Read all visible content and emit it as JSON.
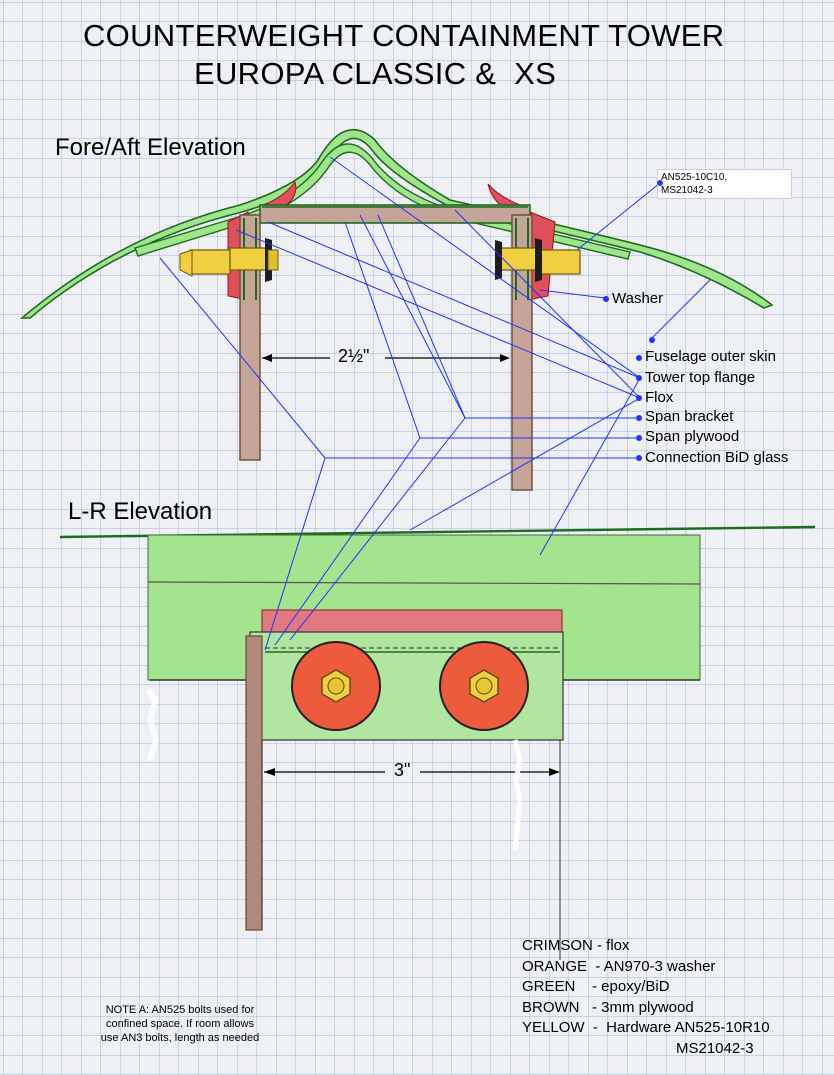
{
  "title_line1": "COUNTERWEIGHT CONTAINMENT TOWER",
  "title_line2": "EUROPA CLASSIC &  XS",
  "sections": {
    "fore_aft": "Fore/Aft Elevation",
    "left_right": "L-R Elevation"
  },
  "hardware_callout": {
    "line1": "AN525-10C10,",
    "line2": "MS21042-3"
  },
  "callouts": {
    "washer": "Washer",
    "fuselage_outer_skin": "Fuselage outer skin",
    "tower_top_flange": "Tower top flange",
    "flox": "Flox",
    "span_bracket": "Span bracket",
    "span_plywood": "Span plywood",
    "connection_bid_glass": "Connection BiD glass"
  },
  "dimensions": {
    "fore_aft_width": "2½\"",
    "lr_width": "3\""
  },
  "legend": {
    "crimson": "CRIMSON - flox",
    "orange": "ORANGE  - AN970-3 washer",
    "green": "GREEN    - epoxy/BiD",
    "brown": "BROWN   - 3mm plywood",
    "yellow": "YELLOW  -  Hardware AN525-10R10",
    "yellow_cont": "MS21042-3"
  },
  "note": {
    "line1": "NOTE A:  AN525 bolts used for",
    "line2": "confined space. If room allows",
    "line3": "use AN3 bolts, length as needed"
  },
  "colors": {
    "grid": "#9fb3d9",
    "leader": "#2233ff",
    "green": "#8fdc7a",
    "crimson": "#e0505a",
    "orange": "#ee5a3c",
    "brown": "#b08a7a",
    "yellow": "#f0d040"
  }
}
